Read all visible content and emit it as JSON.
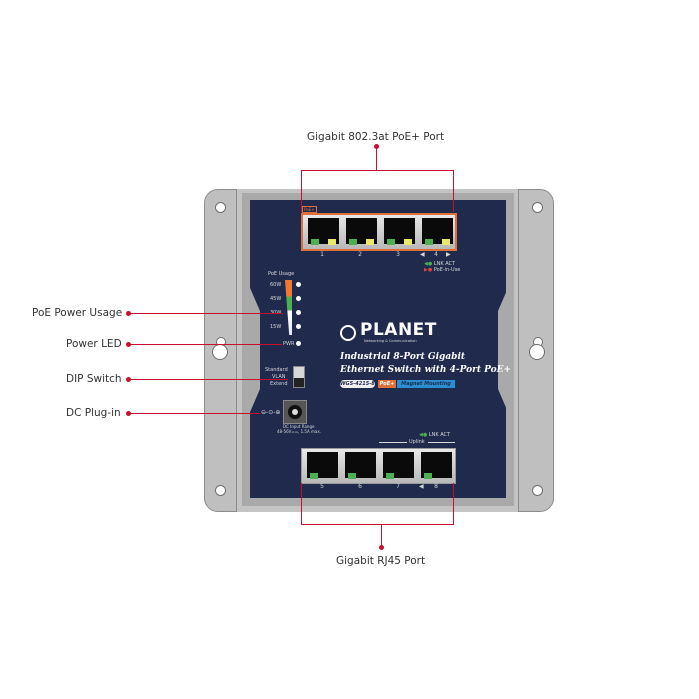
{
  "callouts": {
    "top": "Gigabit 802.3at PoE+ Port",
    "bottom": "Gigabit RJ45 Port",
    "poe_usage": "PoE Power Usage",
    "power_led": "Power LED",
    "dip_switch": "DIP Switch",
    "dc_plug": "DC Plug-in"
  },
  "device": {
    "brand": "PLANET",
    "brand_tagline": "Networking & Communication",
    "product_line1": "Industrial 8-Port Gigabit",
    "product_line2": "Ethernet Switch with 4-Port PoE+",
    "model_badge": "WGS-4215-8P",
    "poe_badge": "PoE+",
    "mount_badge": "Magnet Mounting",
    "poe_port_tag": "PoE+",
    "top_ports": [
      "1",
      "2",
      "3",
      "4"
    ],
    "bottom_ports": [
      "5",
      "6",
      "7",
      "8"
    ],
    "top_legend": {
      "lnk_act": "LNK  ACT",
      "poe_in_use": "PoE-in-Use"
    },
    "bottom_legend": {
      "lnk_act": "LNK  ACT",
      "uplink": "Uplink"
    },
    "poe_usage": {
      "title": "PoE Usage",
      "levels": [
        "60W",
        "45W",
        "30W",
        "15W"
      ]
    },
    "pwr_label": "PWR",
    "dip": {
      "options": [
        "Standard",
        "VLAN",
        "Extend"
      ]
    },
    "dc": {
      "symbol": "⊖-⊙-⊕",
      "range_line1": "DC Input Range",
      "range_line2": "48-56V==, 1.5A max."
    }
  },
  "colors": {
    "callout": "#c8102e",
    "panel": "#1f2a4d",
    "poe_orange": "#e0703a",
    "led_green": "#4caf50",
    "led_yellow": "#e8e86a",
    "mount_badge": "#2a8fd0"
  }
}
